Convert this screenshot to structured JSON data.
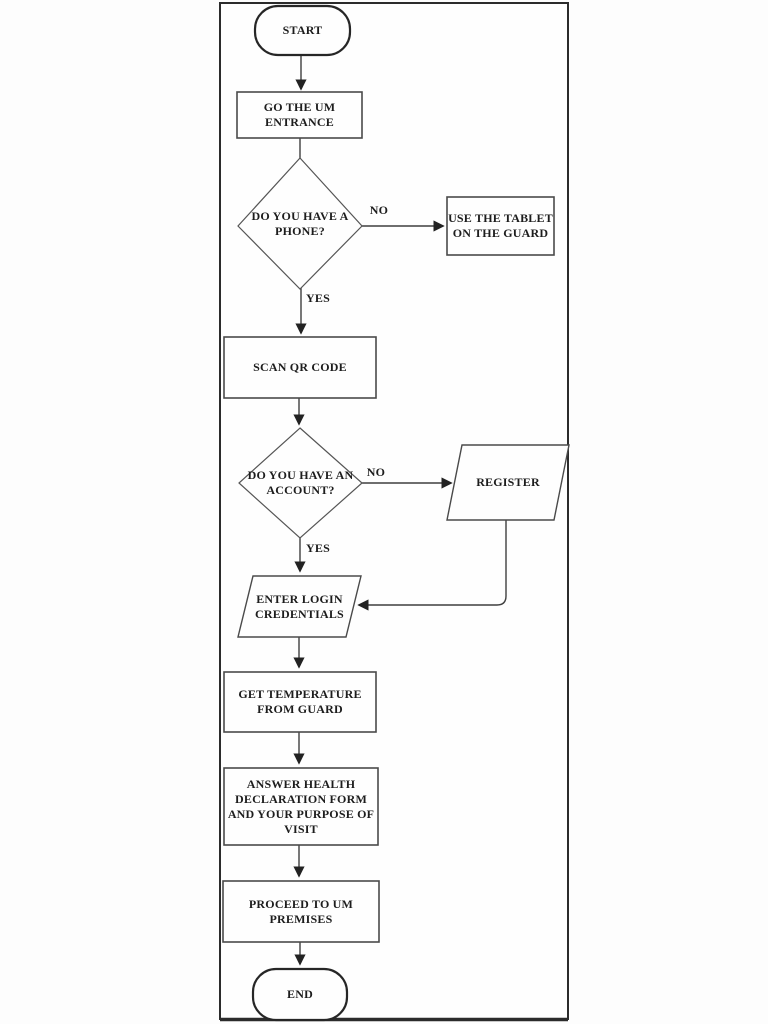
{
  "page": {
    "background": "#fdfdfd"
  },
  "colors": {
    "frame": "#2b2b2b",
    "shape_line": "#4a4a4a",
    "decision_line": "#555555",
    "terminator_line": "#262626",
    "connector_line": "#3f3f3f",
    "arrowhead": "#222222",
    "text": "#1d1d1d",
    "shape_fill": "#fefefe"
  },
  "flowchart": {
    "nodes": {
      "start": {
        "type": "terminator",
        "label": "START"
      },
      "go_entrance": {
        "type": "process",
        "label": "GO THE UM\nENTRANCE"
      },
      "have_phone": {
        "type": "decision",
        "label": "DO YOU HAVE A\nPHONE?"
      },
      "use_tablet": {
        "type": "process",
        "label": "USE THE TABLET\nON THE GUARD"
      },
      "scan_qr": {
        "type": "process",
        "label": "SCAN QR CODE"
      },
      "have_account": {
        "type": "decision",
        "label": "DO YOU HAVE AN\nACCOUNT?"
      },
      "register": {
        "type": "input_output",
        "label": "REGISTER"
      },
      "enter_login": {
        "type": "input_output",
        "label": "ENTER LOGIN\nCREDENTIALS"
      },
      "get_temperature": {
        "type": "process",
        "label": "GET TEMPERATURE\nFROM GUARD"
      },
      "answer_health": {
        "type": "process",
        "label": "ANSWER HEALTH\nDECLARATION FORM\nAND YOUR PURPOSE OF\nVISIT"
      },
      "proceed": {
        "type": "process",
        "label": "PROCEED TO UM\nPREMISES"
      },
      "end": {
        "type": "terminator",
        "label": "END"
      }
    },
    "edge_labels": {
      "phone_no": "NO",
      "phone_yes": "YES",
      "account_no": "NO",
      "account_yes": "YES"
    },
    "edges": [
      {
        "from": "start",
        "to": "go_entrance"
      },
      {
        "from": "go_entrance",
        "to": "have_phone"
      },
      {
        "from": "have_phone",
        "to": "use_tablet",
        "label": "NO"
      },
      {
        "from": "have_phone",
        "to": "scan_qr",
        "label": "YES"
      },
      {
        "from": "scan_qr",
        "to": "have_account"
      },
      {
        "from": "have_account",
        "to": "register",
        "label": "NO"
      },
      {
        "from": "have_account",
        "to": "enter_login",
        "label": "YES"
      },
      {
        "from": "register",
        "to": "enter_login"
      },
      {
        "from": "enter_login",
        "to": "get_temperature"
      },
      {
        "from": "get_temperature",
        "to": "answer_health"
      },
      {
        "from": "answer_health",
        "to": "proceed"
      },
      {
        "from": "proceed",
        "to": "end"
      }
    ]
  }
}
